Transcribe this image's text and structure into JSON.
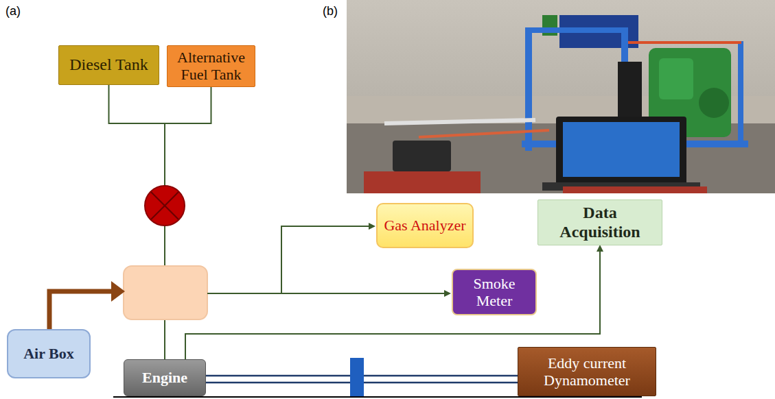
{
  "diagram": {
    "nodes": [
      {
        "text": [
          "Diesel Tank"
        ]
      },
      {
        "text": [
          "Alternative Fuel Tank"
        ]
      },
      {
        "text": [
          "Gas Analyzer"
        ]
      },
      {
        "text": [
          "Data Acquisition"
        ]
      },
      {
        "text": [
          "Smoke Meter"
        ]
      },
      {
        "text": [
          "Air Box"
        ]
      },
      {
        "text": [
          "Engine"
        ]
      },
      {
        "text": [
          "Eddy current Dynamometer"
        ]
      }
    ],
    "edges": [
      {
        "from": 0,
        "to": 6,
        "arrow": "none"
      },
      {
        "from": 1,
        "to": 6,
        "arrow": "none"
      },
      {
        "from": 6,
        "to": 3,
        "arrow": "to"
      },
      {
        "from": 6,
        "to": 7,
        "arrow": "none"
      }
    ],
    "labels": [
      "(a)",
      "(b)"
    ]
  }
}
